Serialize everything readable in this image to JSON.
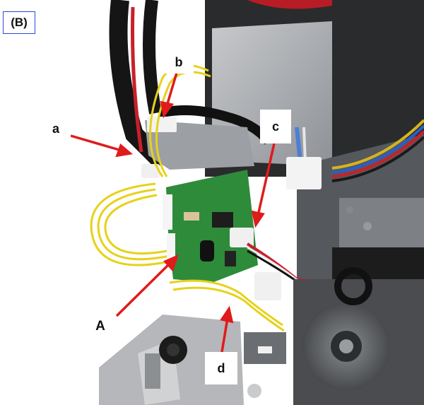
{
  "panel_label": "(B)",
  "callouts": {
    "a": "a",
    "b": "b",
    "c": "c",
    "A": "A",
    "d": "d"
  },
  "colors": {
    "arrow": "#e01b1b",
    "panel_border": "#2b4bd8",
    "board": "#2e8b3a",
    "wire_yellow": "#e6d21a",
    "wire_red": "#c8202b",
    "metal": "#a6a8ab"
  }
}
